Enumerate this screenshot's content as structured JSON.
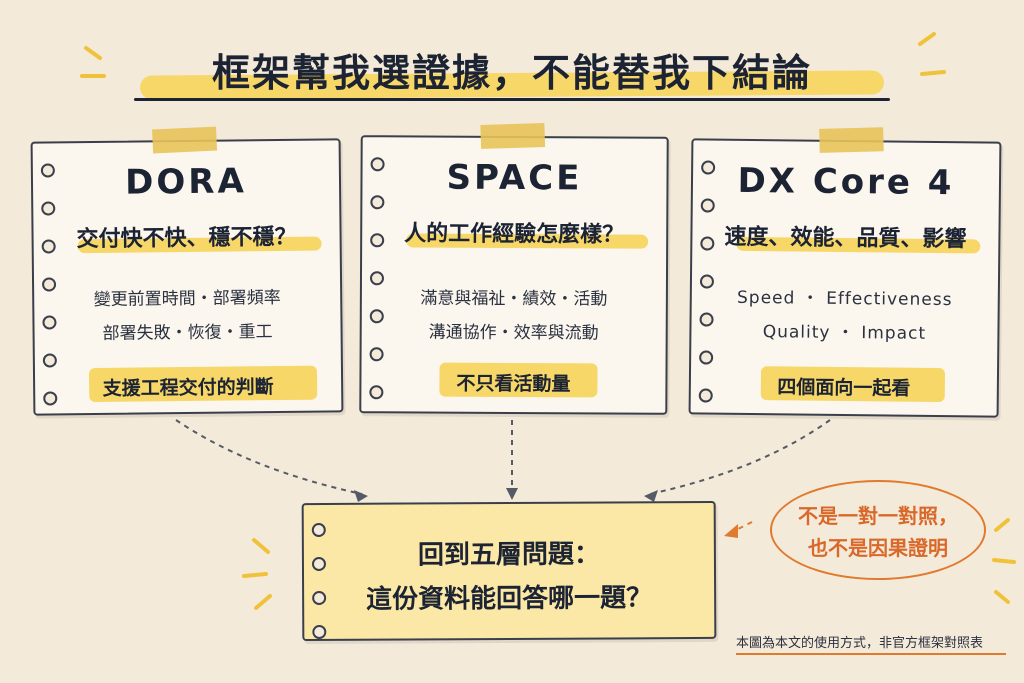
{
  "title": "框架幫我選證據，不能替我下結論",
  "cards": [
    {
      "name": "DORA",
      "question": "交付快不快、穩不穩？",
      "lines": [
        "變更前置時間・部署頻率",
        "部署失敗・恢復・重工"
      ],
      "footer": "支援工程交付的判斷"
    },
    {
      "name": "SPACE",
      "question": "人的工作經驗怎麼樣？",
      "lines": [
        "滿意與福祉・績效・活動",
        "溝通協作・效率與流動"
      ],
      "footer": "不只看活動量"
    },
    {
      "name": "DX Core 4",
      "question": "速度、效能、品質、影響",
      "lines": [
        "Speed ・ Effectiveness",
        "Quality ・ Impact"
      ],
      "footer": "四個面向一起看"
    }
  ],
  "bottom": {
    "line1": "回到五層問題：",
    "line2": "這份資料能回答哪一題？"
  },
  "note": {
    "line1": "不是一對一對照，",
    "line2": "也不是因果證明"
  },
  "footnote": "本圖為本文的使用方式，非官方框架對照表",
  "colors": {
    "background": "#f4ead9",
    "highlight": "#f7d768",
    "accent": "#e07a2e",
    "ink": "#1c2333"
  }
}
